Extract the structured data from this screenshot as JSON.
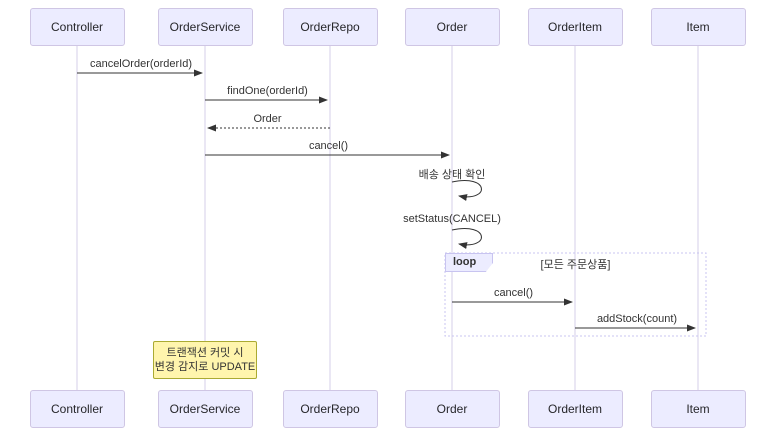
{
  "diagram": {
    "type": "sequence-diagram",
    "participants": [
      "Controller",
      "OrderService",
      "OrderRepo",
      "Order",
      "OrderItem",
      "Item"
    ],
    "messages": {
      "cancel_order": "cancelOrder(orderId)",
      "find_one": "findOne(orderId)",
      "order_return": "Order",
      "cancel": "cancel()",
      "check_delivery": "배송 상태 확인",
      "set_status": "setStatus(CANCEL)",
      "cancel_item": "cancel()",
      "add_stock": "addStock(count)"
    },
    "loop": {
      "label": "loop",
      "condition": "[모든 주문상품]"
    },
    "note": {
      "line1": "트랜잭션 커밋 시",
      "line2": "변경 감지로 UPDATE"
    },
    "colors": {
      "actor-fill": "#ECECFF",
      "actor-border": "#CFC6E4",
      "lifeline": "#D5CFE8",
      "line": "#333333",
      "loop-border": "#C8C4F0",
      "loop-label-fill": "#ECECFF",
      "note-fill": "#FFF5AD",
      "note-border": "#AAAA33"
    }
  }
}
